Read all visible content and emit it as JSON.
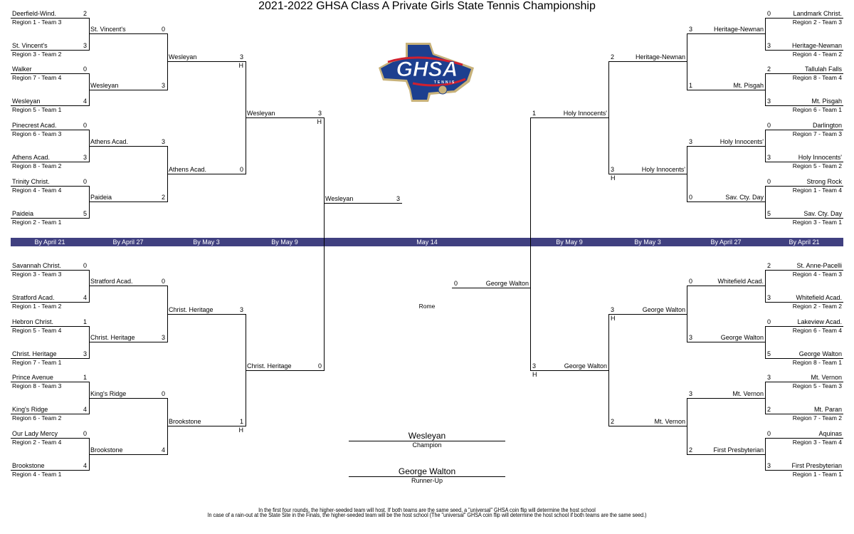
{
  "title": "2021-2022 GHSA Class A Private Girls State Tennis Championship",
  "logo": {
    "text": "GHSA",
    "subtext": "TENNIS",
    "colors": {
      "blue": "#1d3f8f",
      "gold": "#c8b27a",
      "red": "#d0202f"
    }
  },
  "banner_color": "#404080",
  "dates": {
    "left": [
      "By April 21",
      "By April 27",
      "By May 3",
      "By May 9"
    ],
    "center": "May 14",
    "right": [
      "By May 9",
      "By May 3",
      "By April 27",
      "By April 21"
    ]
  },
  "left": {
    "round1": [
      {
        "team": "Deerfield-Wind.",
        "score": "2",
        "region": "Region 1 - Team 3"
      },
      {
        "team": "St. Vincent's",
        "score": "3",
        "region": "Region 3 - Team 2"
      },
      {
        "team": "Walker",
        "score": "0",
        "region": "Region 7 - Team 4"
      },
      {
        "team": "Wesleyan",
        "score": "4",
        "region": "Region 5 - Team 1"
      },
      {
        "team": "Pinecrest Acad.",
        "score": "0",
        "region": "Region 6 - Team 3"
      },
      {
        "team": "Athens Acad.",
        "score": "3",
        "region": "Region 8 - Team 2"
      },
      {
        "team": "Trinity Christ.",
        "score": "0",
        "region": "Region 4 - Team 4"
      },
      {
        "team": "Paideia",
        "score": "5",
        "region": "Region 2 - Team 1"
      },
      {
        "team": "Savannah Christ.",
        "score": "0",
        "region": "Region 3 - Team 3"
      },
      {
        "team": "Stratford Acad.",
        "score": "4",
        "region": "Region 1 - Team 2"
      },
      {
        "team": "Hebron Christ.",
        "score": "1",
        "region": "Region 5 - Team 4"
      },
      {
        "team": "Christ. Heritage",
        "score": "3",
        "region": "Region 7 - Team 1"
      },
      {
        "team": "Prince Avenue",
        "score": "1",
        "region": "Region 8 - Team 3"
      },
      {
        "team": "King's Ridge",
        "score": "4",
        "region": "Region 6 - Team 2"
      },
      {
        "team": "Our Lady Mercy",
        "score": "0",
        "region": "Region 2 - Team 4"
      },
      {
        "team": "Brookstone",
        "score": "4",
        "region": "Region 4 - Team 1"
      }
    ],
    "round2": [
      {
        "team": "St. Vincent's",
        "score": "0"
      },
      {
        "team": "Wesleyan",
        "score": "3"
      },
      {
        "team": "Athens Acad.",
        "score": "3"
      },
      {
        "team": "Paideia",
        "score": "2"
      },
      {
        "team": "Stratford Acad.",
        "score": "0"
      },
      {
        "team": "Christ. Heritage",
        "score": "3"
      },
      {
        "team": "King's Ridge",
        "score": "0"
      },
      {
        "team": "Brookstone",
        "score": "4"
      }
    ],
    "round3": [
      {
        "team": "Wesleyan",
        "score": "3",
        "host": "H"
      },
      {
        "team": "Athens Acad.",
        "score": "0"
      },
      {
        "team": "Christ. Heritage",
        "score": "3"
      },
      {
        "team": "Brookstone",
        "score": "1",
        "host": "H"
      }
    ],
    "round4": [
      {
        "team": "Wesleyan",
        "score": "3",
        "host": "H"
      },
      {
        "team": "Christ. Heritage",
        "score": "0"
      }
    ],
    "final": {
      "team": "Wesleyan",
      "score": "3"
    }
  },
  "right": {
    "round1": [
      {
        "team": "Landmark Christ.",
        "score": "0",
        "region": "Region 2 - Team 3"
      },
      {
        "team": "Heritage-Newnan",
        "score": "3",
        "region": "Region 4 - Team 2"
      },
      {
        "team": "Tallulah Falls",
        "score": "2",
        "region": "Region  8 - Team 4"
      },
      {
        "team": "Mt. Pisgah",
        "score": "3",
        "region": "Region 6 - Team 1"
      },
      {
        "team": "Darlington",
        "score": "0",
        "region": "Region 7 - Team 3"
      },
      {
        "team": "Holy Innocents'",
        "score": "3",
        "region": "Region 5 - Team 2"
      },
      {
        "team": "Strong Rock",
        "score": "0",
        "region": "Region 1 - Team 4"
      },
      {
        "team": "Sav. Cty. Day",
        "score": "5",
        "region": "Region 3 - Team 1"
      },
      {
        "team": "St. Anne-Pacelli",
        "score": "2",
        "region": "Region 4 - Team 3"
      },
      {
        "team": "Whitefield Acad.",
        "score": "3",
        "region": "Region 2 - Team 2"
      },
      {
        "team": "Lakeview Acad.",
        "score": "0",
        "region": "Region 6 - Team 4"
      },
      {
        "team": "George Walton",
        "score": "5",
        "region": "Region 8 - Team 1"
      },
      {
        "team": "Mt. Vernon",
        "score": "3",
        "region": "Region 5 - Team 3"
      },
      {
        "team": "Mt. Paran",
        "score": "2",
        "region": "Region 7 - Team 2"
      },
      {
        "team": "Aquinas",
        "score": "0",
        "region": "Region 3 - Team 4"
      },
      {
        "team": "First Presbyterian",
        "score": "3",
        "region": "Region 1 - Team 1"
      }
    ],
    "round2": [
      {
        "team": "Heritage-Newnan",
        "score": "3"
      },
      {
        "team": "Mt. Pisgah",
        "score": "1"
      },
      {
        "team": "Holy Innocents'",
        "score": "3"
      },
      {
        "team": "Sav. Cty. Day",
        "score": "0"
      },
      {
        "team": "Whitefield Acad.",
        "score": "0"
      },
      {
        "team": "George Walton",
        "score": "3"
      },
      {
        "team": "Mt. Vernon",
        "score": "3"
      },
      {
        "team": "First Presbyterian",
        "score": "2"
      }
    ],
    "round3": [
      {
        "team": "Heritage-Newnan",
        "score": "2"
      },
      {
        "team": "Holy Innocents'",
        "score": "3",
        "host": "H"
      },
      {
        "team": "George Walton",
        "score": "3",
        "host": "H"
      },
      {
        "team": "Mt. Vernon",
        "score": "2"
      }
    ],
    "round4": [
      {
        "team": "Holy Innocents'",
        "score": "1"
      },
      {
        "team": "George Walton",
        "score": "3",
        "host": "H"
      }
    ],
    "final": {
      "team": "George Walton",
      "score": "0"
    }
  },
  "site": "Rome",
  "champion": {
    "team": "Wesleyan",
    "label": "Champion"
  },
  "runner_up": {
    "team": "George Walton",
    "label": "Runner-Up"
  },
  "notes": [
    "In the first four rounds, the higher-seeded team will host.  If both teams are the same seed, a \"universal\" GHSA coin flip will determine the host school",
    "In case of a rain-out at the State Site in the Finals, the higher-seeded team will be the host school (The \"universal\" GHSA coin flip will determine the host school if both teams are the same seed.)"
  ]
}
